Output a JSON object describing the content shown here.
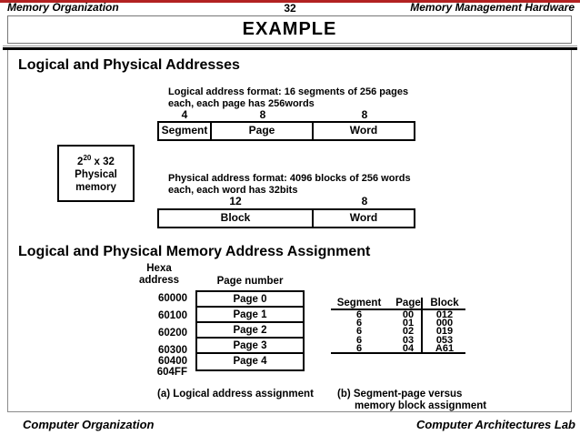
{
  "colors": {
    "top_line": "#b22222",
    "text": "#000000",
    "background": "#ffffff"
  },
  "header": {
    "left": "Memory Organization",
    "page": "32",
    "right": "Memory Management Hardware"
  },
  "title": "EXAMPLE",
  "addresses_section": {
    "heading": "Logical and Physical Addresses",
    "logical_note": {
      "line1": "Logical address format: 16 segments of 256 pages",
      "line2": "each, each page has 256words"
    },
    "logical_format": {
      "fields": [
        {
          "bits": "4",
          "label": "Segment"
        },
        {
          "bits": "8",
          "label": "Page"
        },
        {
          "bits": "8",
          "label": "Word"
        }
      ]
    },
    "memory_box": {
      "base": "2",
      "exponent": "20",
      "rest": " x 32",
      "line2": "Physical",
      "line3": "memory"
    },
    "physical_note": {
      "line1": "Physical address format: 4096 blocks of 256 words",
      "line2": "each, each word has 32bits"
    },
    "physical_format": {
      "fields": [
        {
          "bits": "12",
          "label": "Block"
        },
        {
          "bits": "8",
          "label": "Word"
        }
      ]
    }
  },
  "assignment_section": {
    "heading": "Logical and Physical Memory Address Assignment",
    "hexa_label": {
      "line1": "Hexa",
      "line2": "address"
    },
    "page_column_label": "Page number",
    "hexa_addresses": [
      "60000",
      "60100",
      "60200",
      "60300",
      "60400",
      "604FF"
    ],
    "pages": [
      "Page 0",
      "Page 1",
      "Page 2",
      "Page 3",
      "Page 4"
    ],
    "segment_table": {
      "headers": [
        "Segment",
        "Page",
        "Block"
      ],
      "rows": [
        [
          "6",
          "00",
          "012"
        ],
        [
          "6",
          "01",
          "000"
        ],
        [
          "6",
          "02",
          "019"
        ],
        [
          "6",
          "03",
          "053"
        ],
        [
          "6",
          "04",
          "A61"
        ]
      ]
    },
    "caption_a": "(a) Logical address assignment",
    "caption_b": {
      "line1": "(b) Segment-page versus",
      "line2": "memory block assignment"
    }
  },
  "footer": {
    "left": "Computer Organization",
    "right": "Computer Architectures Lab"
  }
}
